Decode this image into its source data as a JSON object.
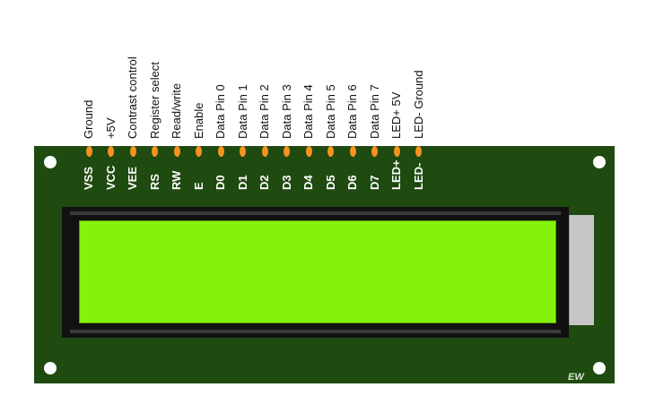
{
  "colors": {
    "pcb": "#1f4a10",
    "pin": "#f7931e",
    "screen": "#84f20a",
    "bezel": "#111111",
    "tab": "#c6c6c6"
  },
  "pins": [
    {
      "name": "VSS",
      "description": "Ground"
    },
    {
      "name": "VCC",
      "description": "+5V"
    },
    {
      "name": "VEE",
      "description": "Contrast control"
    },
    {
      "name": "RS",
      "description": "Register select"
    },
    {
      "name": "RW",
      "description": "Read/write"
    },
    {
      "name": "E",
      "description": "Enable"
    },
    {
      "name": "D0",
      "description": "Data Pin 0"
    },
    {
      "name": "D1",
      "description": "Data Pin 1"
    },
    {
      "name": "D2",
      "description": "Data Pin 2"
    },
    {
      "name": "D3",
      "description": "Data Pin 3"
    },
    {
      "name": "D4",
      "description": "Data Pin 4"
    },
    {
      "name": "D5",
      "description": "Data Pin 5"
    },
    {
      "name": "D6",
      "description": "Data Pin 6"
    },
    {
      "name": "D7",
      "description": "Data Pin 7"
    },
    {
      "name": "LED+",
      "description": "LED+ 5V"
    },
    {
      "name": "LED-",
      "description": "LED- Ground"
    }
  ],
  "watermark": "EW"
}
